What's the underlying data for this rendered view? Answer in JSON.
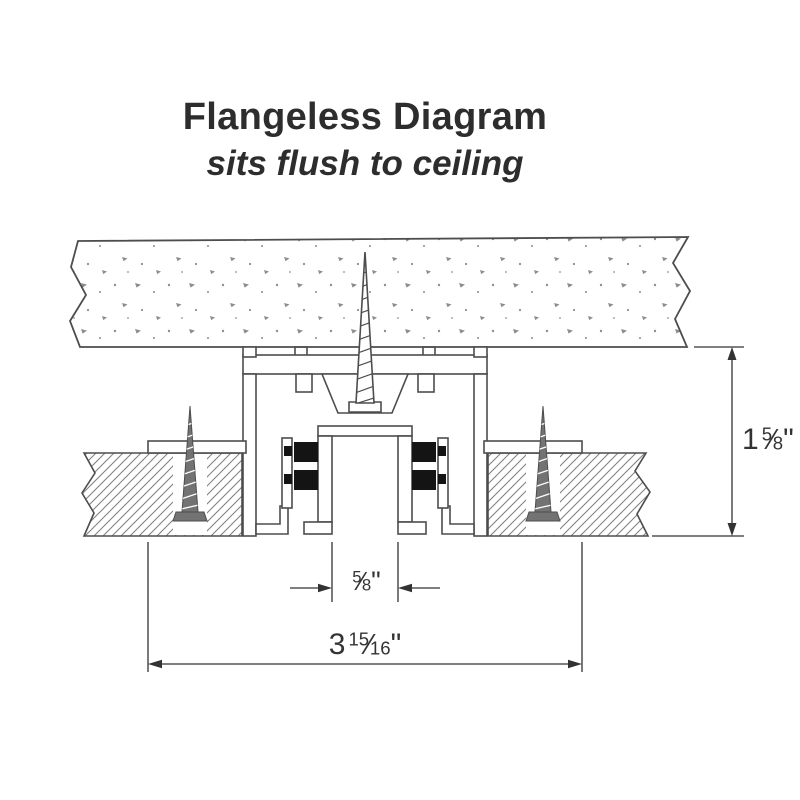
{
  "title": "Flangeless Diagram",
  "subtitle": "sits flush to ceiling",
  "fraction_slash": "⁄",
  "dimensions": {
    "height": {
      "whole": "1",
      "numerator": "5",
      "denominator": "8",
      "unit": "\""
    },
    "gap": {
      "whole": "",
      "numerator": "5",
      "denominator": "8",
      "unit": "\""
    },
    "width": {
      "whole": "3",
      "numerator": "15",
      "denominator": "16",
      "unit": "\""
    }
  },
  "colors": {
    "line": "#4d4d4d",
    "dim": "#333333",
    "text": "#2d2d2d",
    "gasket": "#141414"
  }
}
